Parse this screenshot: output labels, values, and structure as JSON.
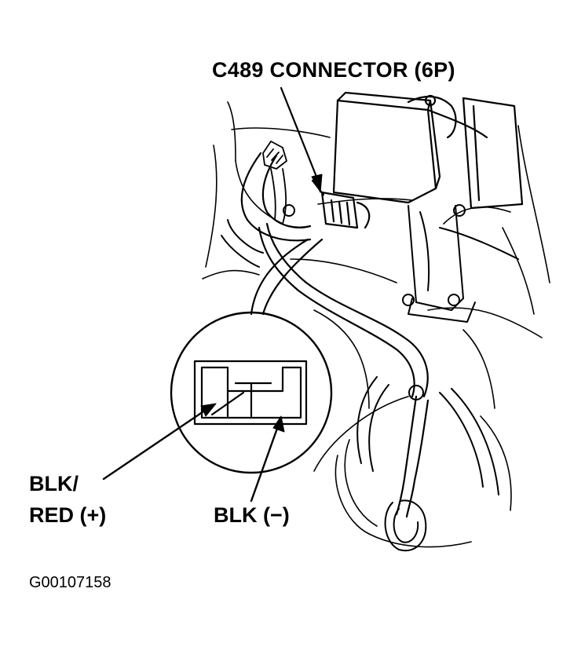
{
  "labels": {
    "connector_title": "C489 CONNECTOR (6P)",
    "blk_red_line1": "BLK/",
    "blk_red_line2": "RED (+)",
    "blk_neg": "BLK (−)"
  },
  "figure_id": "G00107158",
  "colors": {
    "ink": "#000000",
    "paper": "#ffffff"
  }
}
